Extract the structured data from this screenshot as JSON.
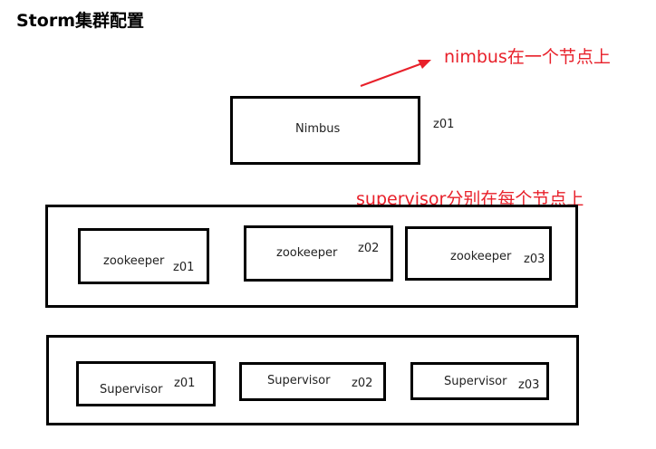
{
  "title": "Storm集群配置",
  "annotations": {
    "nimbus_note": "nimbus在一个节点上",
    "supervisor_note": "supervisor分别在每个节点上"
  },
  "colors": {
    "annotation": "#e8202a",
    "border": "#000000"
  },
  "nimbus": {
    "label": "Nimbus",
    "host": "z01"
  },
  "zookeeper_group": [
    {
      "label": "zookeeper",
      "host": "z01"
    },
    {
      "label": "zookeeper",
      "host": "z02"
    },
    {
      "label": "zookeeper",
      "host": "z03"
    }
  ],
  "supervisor_group": [
    {
      "label": "Supervisor",
      "host": "z01"
    },
    {
      "label": "Supervisor",
      "host": "z02"
    },
    {
      "label": "Supervisor",
      "host": "z03"
    }
  ]
}
